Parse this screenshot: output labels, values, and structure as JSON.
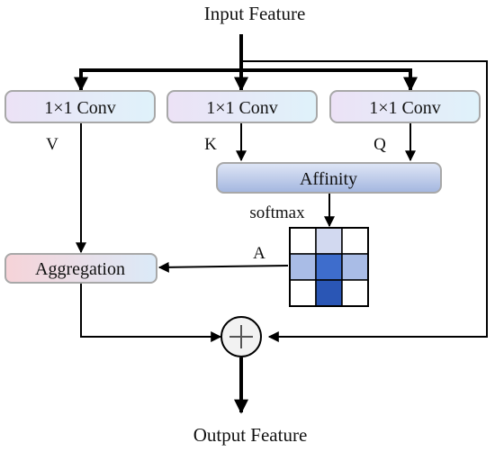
{
  "labels": {
    "input": "Input Feature",
    "output": "Output Feature",
    "conv_v": "1×1 Conv",
    "conv_k": "1×1 Conv",
    "conv_q": "1×1 Conv",
    "v": "V",
    "k": "K",
    "q": "Q",
    "affinity": "Affinity",
    "softmax": "softmax",
    "a": "A",
    "aggregation": "Aggregation",
    "sum_symbol": "+"
  },
  "attention_matrix": {
    "rows": 3,
    "cols": 3,
    "cells": [
      [
        "#ffffff",
        "#d2d9f0",
        "#ffffff"
      ],
      [
        "#a9bce6",
        "#3e6dcc",
        "#a9bce6"
      ],
      [
        "#ffffff",
        "#2a56b5",
        "#ffffff"
      ]
    ]
  },
  "colors": {
    "conv_gradient": [
      "#ece2f6",
      "#dff2fa"
    ],
    "affinity_gradient": [
      "#d6def2",
      "#a9bbe2"
    ],
    "aggregation_gradient": [
      "#f6d6db",
      "#dcebf8"
    ],
    "box_border": "#a8a8a8",
    "arrow": "#000000",
    "sum_fill": "#f2f2f2"
  }
}
